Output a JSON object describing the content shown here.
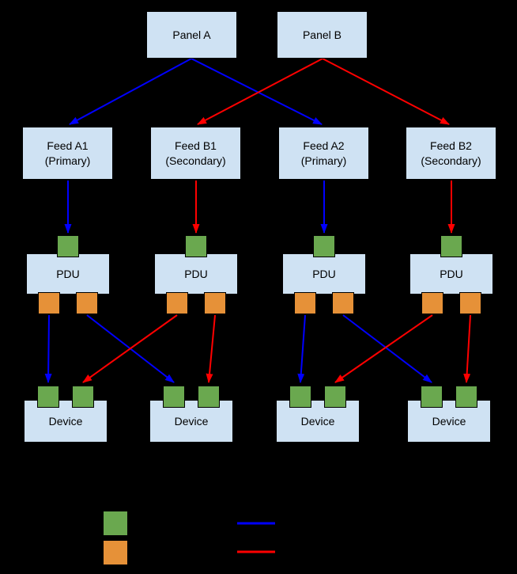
{
  "colors": {
    "box_fill": "#cfe2f3",
    "box_border": "#000000",
    "input_port": "#6aa84f",
    "output_port": "#e69138",
    "primary_line": "#0000ff",
    "secondary_line": "#ff0000",
    "background": "#000000"
  },
  "nodes": {
    "panels": [
      {
        "label": "Panel A"
      },
      {
        "label": "Panel B"
      }
    ],
    "feeds": [
      {
        "name": "Feed A1",
        "role": "(Primary)"
      },
      {
        "name": "Feed B1",
        "role": "(Secondary)"
      },
      {
        "name": "Feed A2",
        "role": "(Primary)"
      },
      {
        "name": "Feed B2",
        "role": "(Secondary)"
      }
    ],
    "pdus": [
      {
        "label": "PDU"
      },
      {
        "label": "PDU"
      },
      {
        "label": "PDU"
      },
      {
        "label": "PDU"
      }
    ],
    "devices": [
      {
        "label": "Device"
      },
      {
        "label": "Device"
      },
      {
        "label": "Device"
      },
      {
        "label": "Device"
      }
    ]
  },
  "legend": {
    "input_port_swatch_color": "#6aa84f",
    "output_port_swatch_color": "#e69138",
    "primary_line_color": "#0000ff",
    "secondary_line_color": "#ff0000"
  }
}
